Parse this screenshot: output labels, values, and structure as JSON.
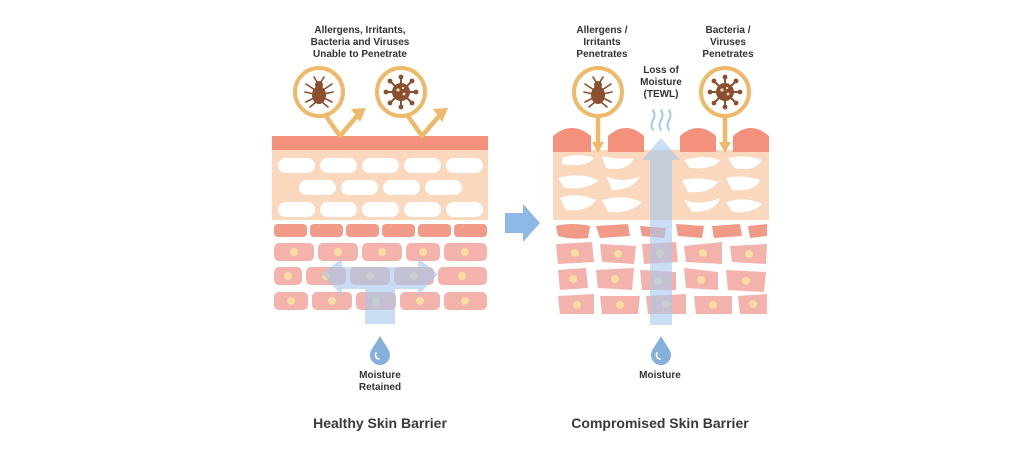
{
  "healthy": {
    "caption": "Allergens, Irritants,\nBacteria and Viruses\nUnable to Penetrate",
    "moisture_label": "Moisture\nRetained",
    "title": "Healthy Skin Barrier"
  },
  "compromised": {
    "allergens_label": "Allergens /\nIrritants\nPenetrates",
    "tewl_label": "Loss of\nMoisture\n(TEWL)",
    "bacteria_label": "Bacteria /\nViruses\nPenetrates",
    "moisture_label": "Moisture",
    "title": "Compromised Skin Barrier"
  },
  "colors": {
    "surface": "#f4917c",
    "stratum": "#f9d8bd",
    "cells": "#f3b3ac",
    "nucleus": "#f8dca0",
    "badge": "#efb96a",
    "germ": "#8a5030",
    "moisture": "#a8c8ee",
    "drop": "#86b0dc"
  },
  "icons": {
    "allergen_icon": "mite-icon",
    "bacteria_icon": "virus-icon",
    "transition_icon": "arrow-right-icon",
    "moisture_icon": "water-drop-icon"
  }
}
